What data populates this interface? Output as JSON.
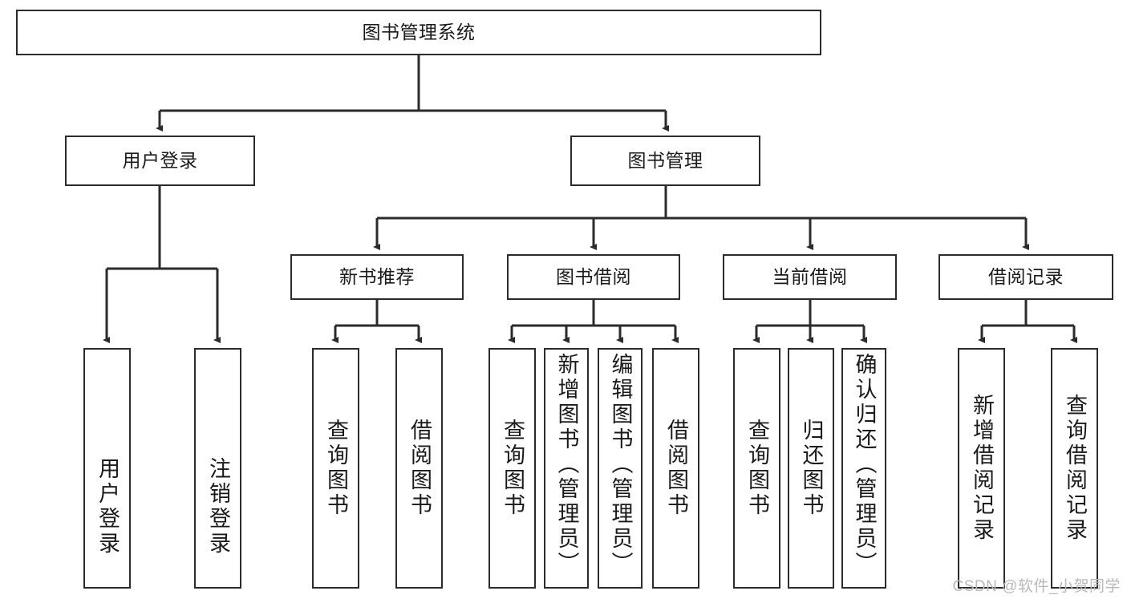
{
  "diagram": {
    "type": "tree-hierarchy",
    "title": "图书管理系统",
    "root": {
      "id": "root",
      "label": "图书管理系统"
    },
    "level2": [
      {
        "id": "user-login",
        "label": "用户登录"
      },
      {
        "id": "book-management",
        "label": "图书管理"
      }
    ],
    "level3": [
      {
        "id": "new-book-recommend",
        "label": "新书推荐",
        "parent": "book-management"
      },
      {
        "id": "book-borrow",
        "label": "图书借阅",
        "parent": "book-management"
      },
      {
        "id": "current-borrow",
        "label": "当前借阅",
        "parent": "book-management"
      },
      {
        "id": "borrow-record",
        "label": "借阅记录",
        "parent": "book-management"
      }
    ],
    "leaves": [
      {
        "id": "leaf-user-login",
        "label": "用户登录",
        "parent": "user-login"
      },
      {
        "id": "leaf-logout-login",
        "label": "注销登录",
        "parent": "user-login"
      },
      {
        "id": "leaf-query-book-1",
        "label": "查询图书",
        "parent": "new-book-recommend"
      },
      {
        "id": "leaf-borrow-book-1",
        "label": "借阅图书",
        "parent": "new-book-recommend"
      },
      {
        "id": "leaf-query-book-2",
        "label": "查询图书",
        "parent": "book-borrow"
      },
      {
        "id": "leaf-add-book",
        "label": "新增图书（管理员）",
        "parent": "book-borrow"
      },
      {
        "id": "leaf-edit-book",
        "label": "编辑图书（管理员）",
        "parent": "book-borrow"
      },
      {
        "id": "leaf-borrow-book-2",
        "label": "借阅图书",
        "parent": "book-borrow"
      },
      {
        "id": "leaf-query-book-3",
        "label": "查询图书",
        "parent": "current-borrow"
      },
      {
        "id": "leaf-return-book",
        "label": "归还图书",
        "parent": "current-borrow"
      },
      {
        "id": "leaf-confirm-return",
        "label": "确认归还（管理员）",
        "parent": "current-borrow"
      },
      {
        "id": "leaf-add-record",
        "label": "新增借阅记录",
        "parent": "borrow-record"
      },
      {
        "id": "leaf-query-record",
        "label": "查询借阅记录",
        "parent": "borrow-record"
      }
    ],
    "colors": {
      "border": "#2b2b2b",
      "background": "#ffffff",
      "text": "#1a1a1a",
      "connector": "#2b2b2b",
      "watermark": "#b9b9b9"
    }
  },
  "watermark": {
    "text": "CSDN @软件_小贺同学"
  }
}
